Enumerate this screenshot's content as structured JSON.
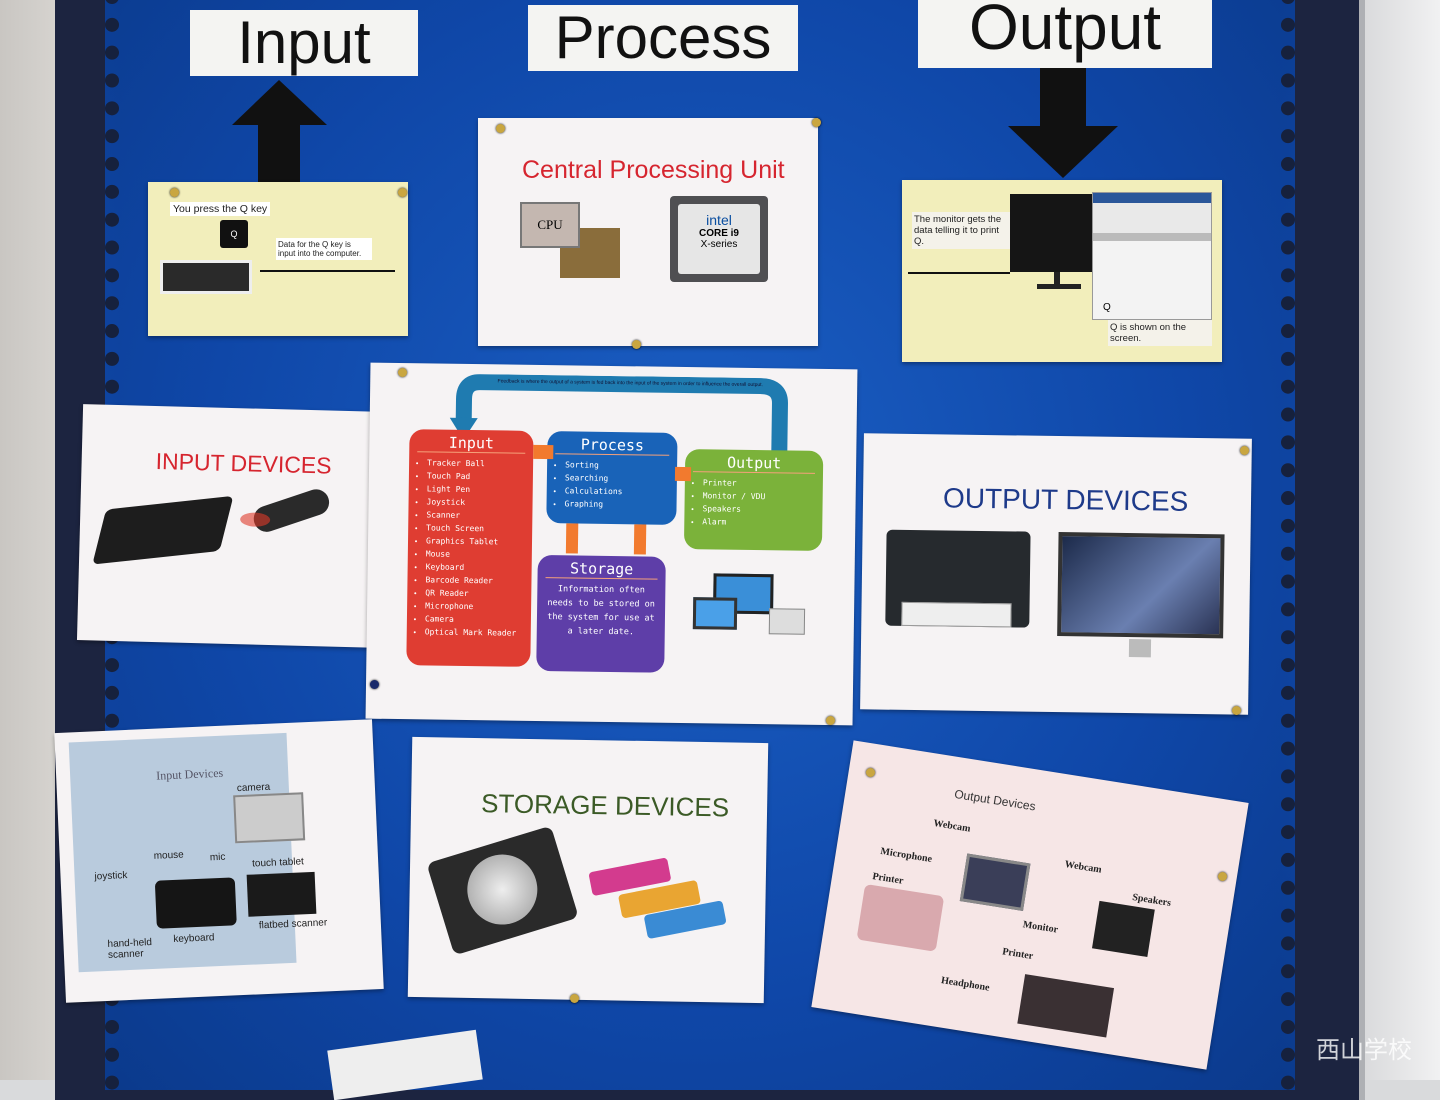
{
  "headers": {
    "input": "Input",
    "process": "Process",
    "output": "Output"
  },
  "input_card": {
    "caption1": "You press the Q key",
    "key": "Q",
    "caption2": "Data for the Q key is input into the computer."
  },
  "cpu_card": {
    "title": "Central Processing Unit",
    "chip_label": "CPU",
    "intel_logo": "intel",
    "intel_model": "CORE i9",
    "intel_series": "X-series"
  },
  "output_card": {
    "caption1": "The monitor gets the data telling it to print Q.",
    "screen_letter": "Q",
    "caption2": "Q is shown on the screen."
  },
  "input_devices_card": {
    "title": "INPUT DEVICES"
  },
  "diagram": {
    "feedback": "Feedback is where the output of a system is fed back into the input of the system in order to influence the overall output.",
    "input": {
      "title": "Input",
      "items": [
        "Tracker Ball",
        "Touch Pad",
        "Light Pen",
        "Joystick",
        "Scanner",
        "Touch Screen",
        "Graphics Tablet",
        "Mouse",
        "Keyboard",
        "Barcode Reader",
        "QR Reader",
        "Microphone",
        "Camera",
        "Optical Mark Reader"
      ]
    },
    "process": {
      "title": "Process",
      "items": [
        "Sorting",
        "Searching",
        "Calculations",
        "Graphing"
      ]
    },
    "output": {
      "title": "Output",
      "items": [
        "Printer",
        "Monitor / VDU",
        "Speakers",
        "Alarm"
      ]
    },
    "storage": {
      "title": "Storage",
      "text": "Information often needs to be stored on the system for use at a later date."
    }
  },
  "output_devices_card": {
    "title": "OUTPUT DEVICES"
  },
  "input_devices_photo": {
    "title": "Input Devices",
    "labels": [
      "camera",
      "mouse",
      "mic",
      "joystick",
      "touch tablet",
      "hand-held scanner",
      "keyboard",
      "flatbed scanner"
    ]
  },
  "storage_card": {
    "title": "STORAGE DEVICES"
  },
  "output_devices_photo": {
    "title": "Output Devices",
    "labels": [
      "Webcam",
      "Webcam",
      "Microphone",
      "Speakers",
      "Printer",
      "Monitor",
      "Printer",
      "Headphone"
    ]
  },
  "watermark": "西山学校"
}
